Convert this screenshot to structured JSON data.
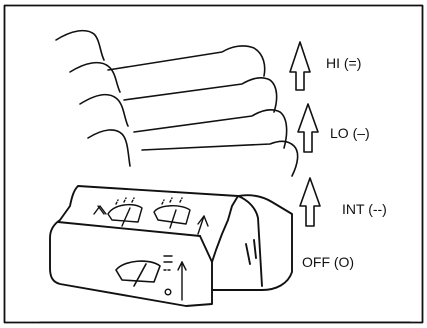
{
  "diagram": {
    "subject": "windshield wiper control lever",
    "positions": [
      {
        "key": "hi",
        "label": "HI (=)"
      },
      {
        "key": "lo",
        "label": "LO (–)"
      },
      {
        "key": "int",
        "label": "INT (--)"
      },
      {
        "key": "off",
        "label": "OFF (O)"
      }
    ],
    "icons": [
      "up-arrow-icon",
      "wiper-icon",
      "wiper-arrow-icon"
    ],
    "colors": {
      "ink": "#111111",
      "background": "#ffffff"
    }
  }
}
